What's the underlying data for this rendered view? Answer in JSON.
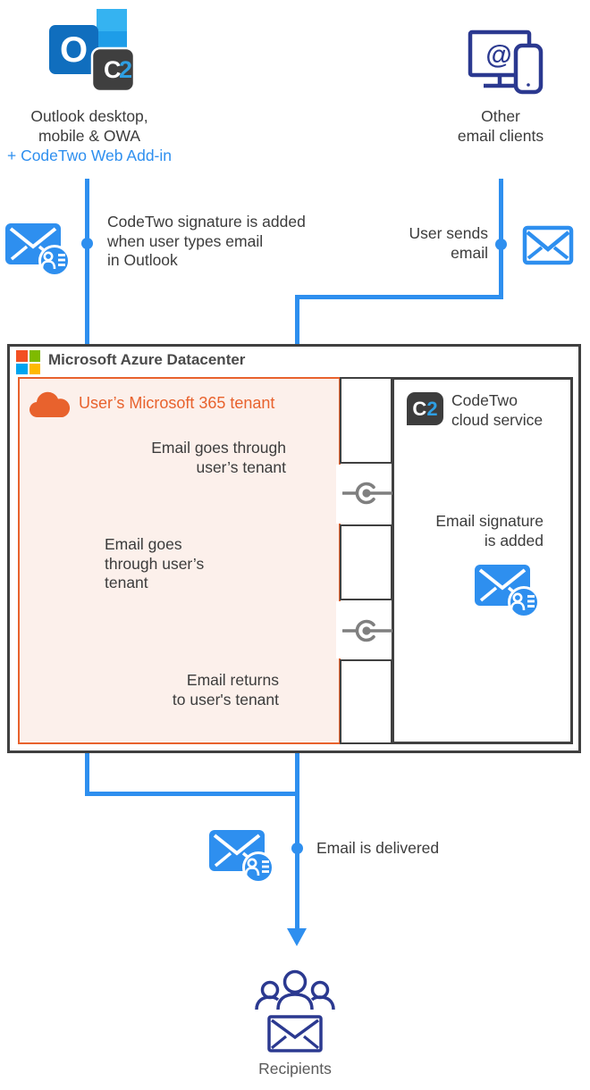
{
  "colors": {
    "accent_blue": "#2E8FEF",
    "navy": "#2B3990",
    "orange": "#E8622D",
    "tenant_fill": "#FCF0EB",
    "border_dark": "#404040",
    "text_dark": "#3C3C3C",
    "text_gray": "#5A5A5A",
    "connector_gray": "#7F7F7F",
    "c2_blue": "#2E9FE3",
    "ms_red": "#F25022",
    "ms_green": "#7FBA00",
    "ms_blue": "#00A4EF",
    "ms_yellow": "#FFB900"
  },
  "top_left": {
    "caption": "Outlook desktop,\nmobile & OWA",
    "addin": "+ CodeTwo Web Add-in",
    "outlook_o": "O",
    "badge_c": "C",
    "badge_2": "2"
  },
  "top_right": {
    "caption": "Other\nemail clients",
    "at_symbol": "@"
  },
  "azure": {
    "title": "Microsoft Azure Datacenter"
  },
  "tenant": {
    "title": "User’s Microsoft 365 tenant"
  },
  "codetwo": {
    "title": "CodeTwo\ncloud service",
    "logo_c": "C",
    "logo_2": "2"
  },
  "flow_labels": {
    "signature_added": "CodeTwo signature is added\nwhen user types email\nin Outlook",
    "user_sends": "User sends\nemail",
    "goes_through_right": "Email goes through\nuser’s tenant",
    "signature_is_added": "Email signature\nis added",
    "goes_through_left": "Email goes\nthrough user’s\ntenant",
    "returns": "Email returns\nto user's tenant",
    "delivered": "Email is delivered"
  },
  "recipients": {
    "label": "Recipients"
  }
}
